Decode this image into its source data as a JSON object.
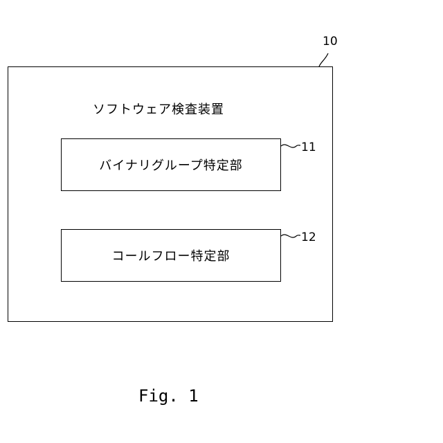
{
  "diagram": {
    "outer": {
      "ref": "10",
      "title": "ソフトウェア検査装置"
    },
    "blocks": [
      {
        "ref": "11",
        "label": "バイナリグループ特定部"
      },
      {
        "ref": "12",
        "label": "コールフロー特定部"
      }
    ]
  },
  "figure": {
    "caption": "Fig. 1"
  }
}
